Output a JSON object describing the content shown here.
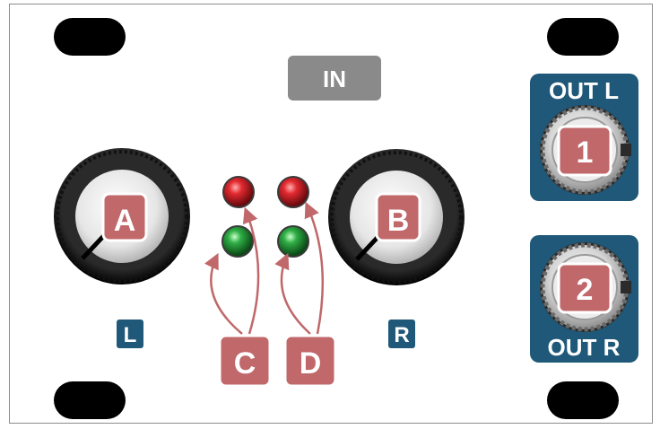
{
  "labels": {
    "in": "IN",
    "out_l": "OUT L",
    "out_r": "OUT R",
    "channel_l": "L",
    "channel_r": "R"
  },
  "callouts": {
    "a": "A",
    "b": "B",
    "c": "C",
    "d": "D",
    "one": "1",
    "two": "2"
  },
  "colors": {
    "callout_fill": "#c0686a",
    "callout_stroke": "#ffffff",
    "arrow": "#c0686a",
    "jack_panel": "#1f5878",
    "in_box": "#8a8a8a",
    "led_red": "#d4202a",
    "led_green": "#1fa03a",
    "knob_ring": "#1a1a1a"
  }
}
